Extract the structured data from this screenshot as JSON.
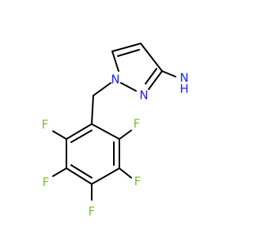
{
  "molecule": {
    "atoms": {
      "n1": {
        "text": "N",
        "color": "#1e22f2"
      },
      "n2": {
        "text": "N",
        "color": "#1e22f2"
      },
      "nh2_n": {
        "text": "N",
        "color": "#1e22f2"
      },
      "nh2_h": {
        "text": "H",
        "color": "#1e22f2"
      },
      "f_ortho_right": {
        "text": "F",
        "color": "#7fbf31"
      },
      "f_meta_right": {
        "text": "F",
        "color": "#7fbf31"
      },
      "f_para": {
        "text": "F",
        "color": "#7fbf31"
      },
      "f_meta_left": {
        "text": "F",
        "color": "#7fbf31"
      },
      "f_ortho_left": {
        "text": "F",
        "color": "#7fbf31"
      }
    }
  }
}
